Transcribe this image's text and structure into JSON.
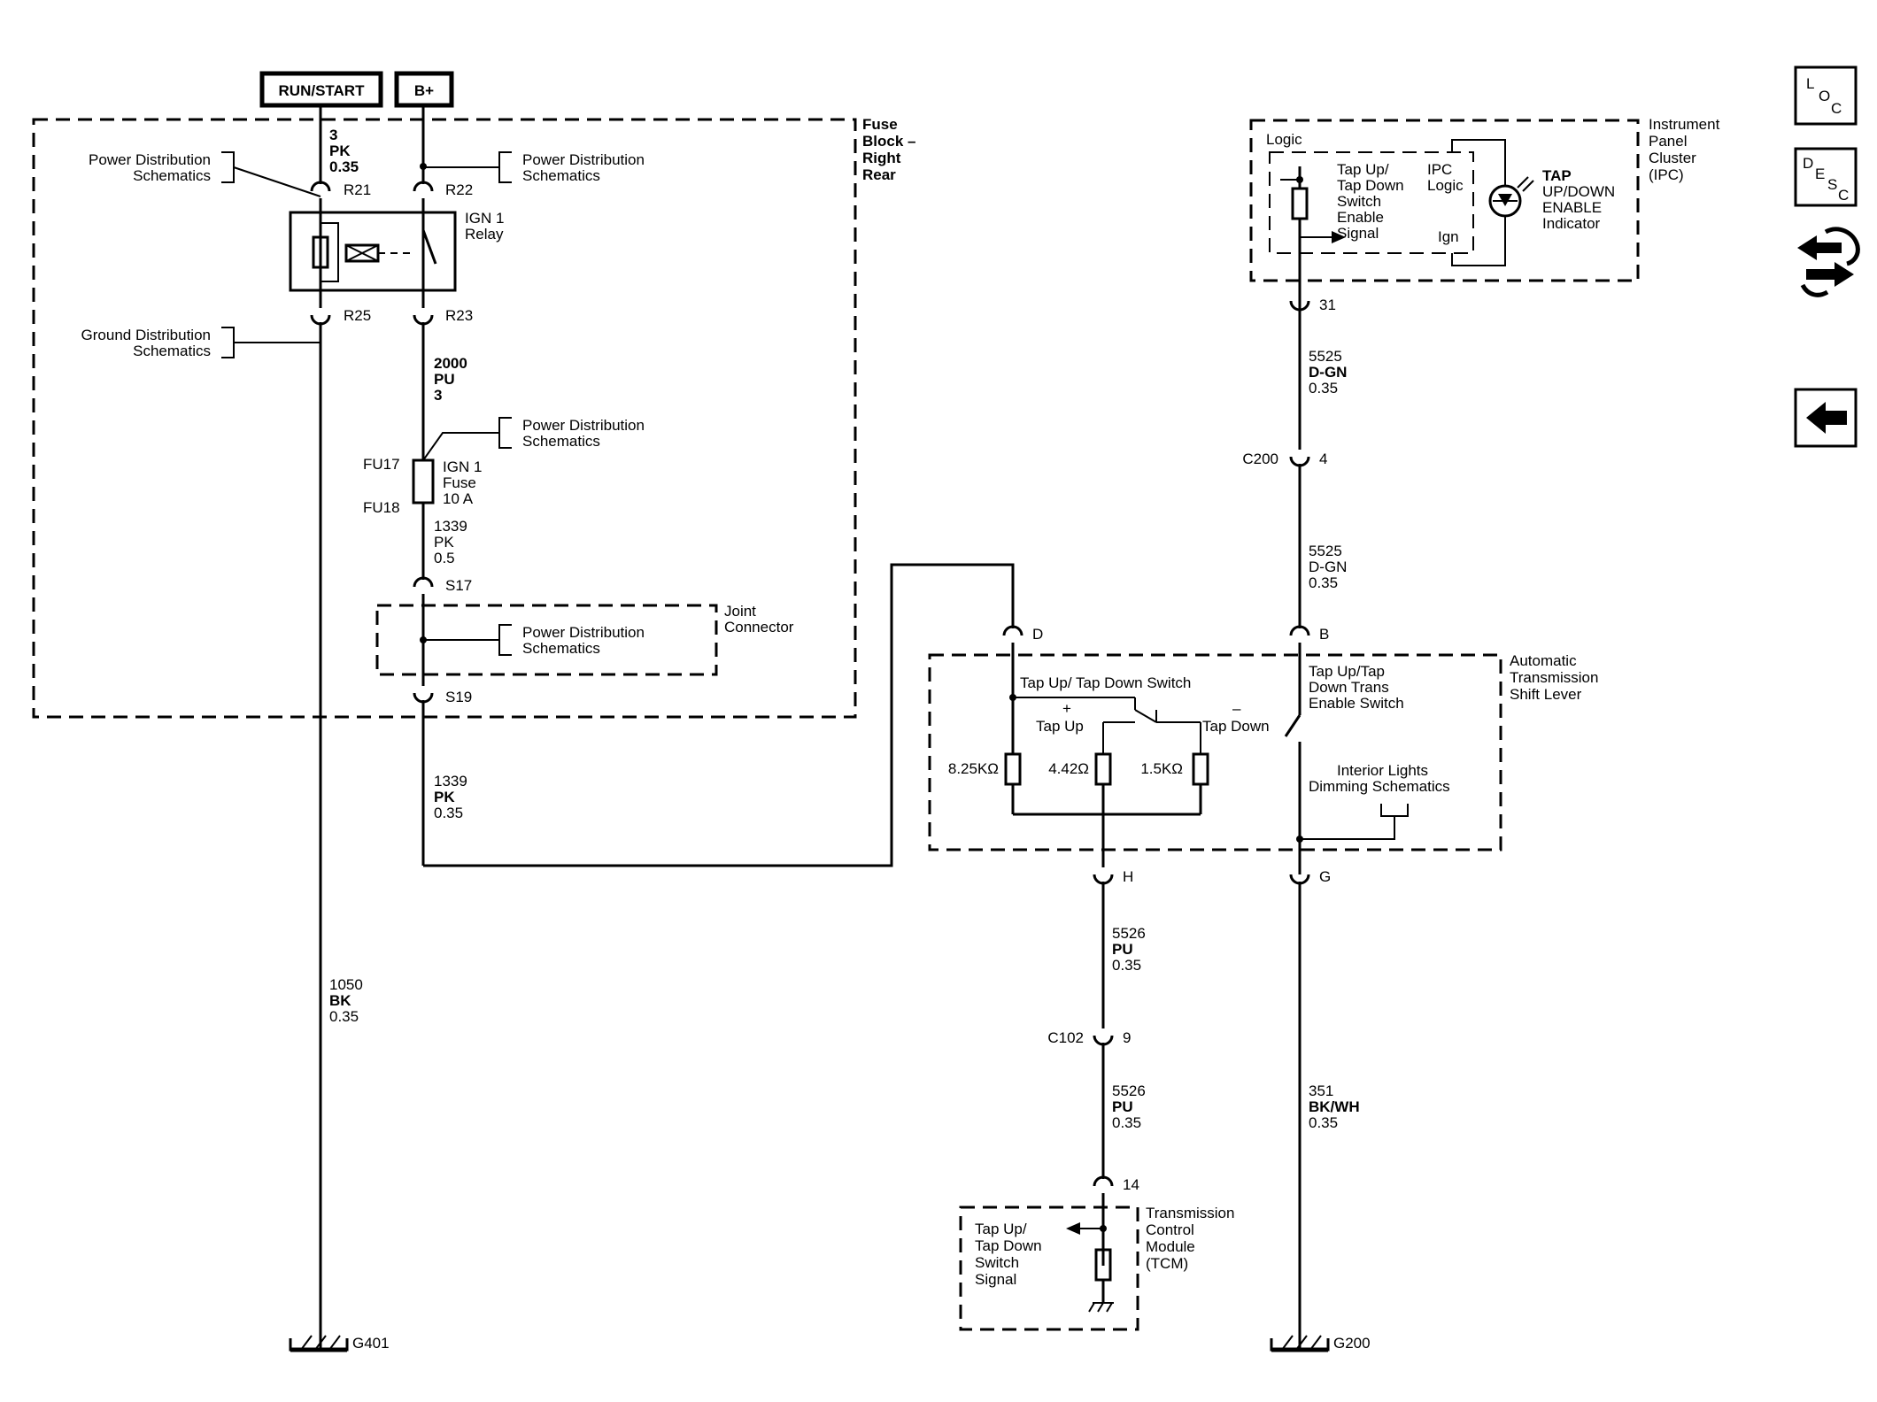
{
  "supply": {
    "run_start": "RUN/START",
    "b_plus": "B+"
  },
  "fuse_block": {
    "name": [
      "Fuse",
      "Block –",
      "Right",
      "Rear"
    ],
    "ign1_relay": [
      "IGN 1",
      "Relay"
    ],
    "ign1_fuse": [
      "IGN 1",
      "Fuse",
      "10 A"
    ],
    "joint_connector": [
      "Joint",
      "Connector"
    ],
    "terminals": {
      "r21": "R21",
      "r22": "R22",
      "r25": "R25",
      "r23": "R23",
      "fu17": "FU17",
      "fu18": "FU18",
      "s17": "S17",
      "s19": "S19"
    }
  },
  "references": {
    "power_dist": [
      "Power Distribution",
      "Schematics"
    ],
    "ground_dist": [
      "Ground Distribution",
      "Schematics"
    ],
    "interior_lights": [
      "Interior Lights",
      "Dimming Schematics"
    ]
  },
  "wires": {
    "w3": [
      "3",
      "PK",
      "0.35"
    ],
    "w2000": [
      "2000",
      "PU",
      "3"
    ],
    "w1339a": [
      "1339",
      "PK",
      "0.5"
    ],
    "w1339b": [
      "1339",
      "PK",
      "0.35"
    ],
    "w1050": [
      "1050",
      "BK",
      "0.35"
    ],
    "w5525a": [
      "5525",
      "D-GN",
      "0.35"
    ],
    "w5525b": [
      "5525",
      "D-GN",
      "0.35"
    ],
    "w5526a": [
      "5526",
      "PU",
      "0.35"
    ],
    "w5526b": [
      "5526",
      "PU",
      "0.35"
    ],
    "w351": [
      "351",
      "BK/WH",
      "0.35"
    ]
  },
  "ipc": {
    "name": [
      "Instrument",
      "Panel",
      "Cluster",
      "(IPC)"
    ],
    "logic": "Logic",
    "switch_signal": [
      "Tap Up/",
      "Tap Down",
      "Switch",
      "Enable",
      "Signal"
    ],
    "ipc_logic": [
      "IPC",
      "Logic"
    ],
    "ign": "Ign",
    "indicator": [
      "TAP",
      "UP/DOWN",
      "ENABLE",
      "Indicator"
    ],
    "pin": "31"
  },
  "c200": {
    "name": "C200",
    "pin": "4"
  },
  "shift_lever": {
    "name": [
      "Automatic",
      "Transmission",
      "Shift Lever"
    ],
    "switch_title": "Tap Up/ Tap Down Switch",
    "plus": "+",
    "minus": "–",
    "tap_up": "Tap Up",
    "tap_down": "Tap Down",
    "enable_switch": [
      "Tap Up/Tap",
      "Down Trans",
      "Enable Switch"
    ],
    "r1": "8.25KΩ",
    "r2": "4.42Ω",
    "r3": "1.5KΩ",
    "pins": {
      "d": "D",
      "b": "B",
      "h": "H",
      "g": "G"
    }
  },
  "c102": {
    "name": "C102",
    "pin": "9"
  },
  "tcm": {
    "name": [
      "Transmission",
      "Control",
      "Module",
      "(TCM)"
    ],
    "signal": [
      "Tap Up/",
      "Tap Down",
      "Switch",
      "Signal"
    ],
    "pin": "14"
  },
  "grounds": {
    "g401": "G401",
    "g200": "G200"
  },
  "nav": {
    "loc": [
      "L",
      "O",
      "C"
    ],
    "desc": [
      "D",
      "E",
      "S",
      "C"
    ]
  }
}
